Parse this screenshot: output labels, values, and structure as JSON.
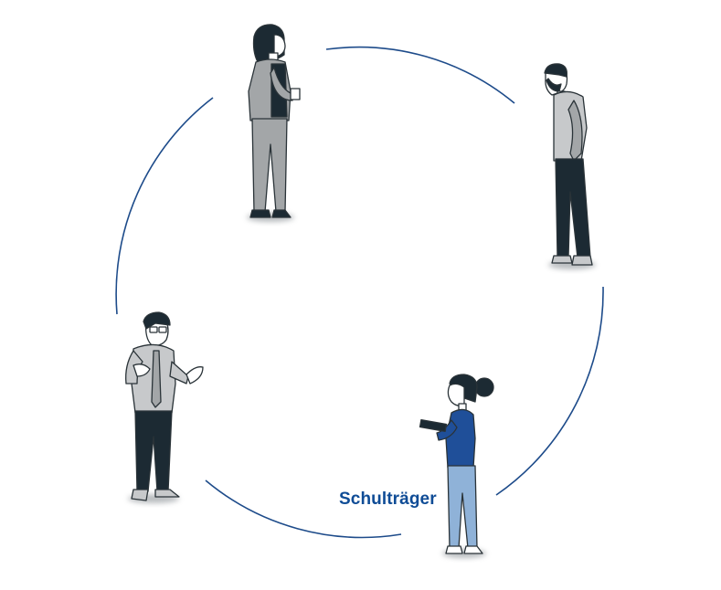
{
  "diagram": {
    "labels": {
      "school_authority": "Schulträger"
    },
    "people": [
      {
        "id": "woman-with-mug",
        "icon": "person-woman-holding-mug-icon"
      },
      {
        "id": "bearded-man",
        "icon": "person-bearded-man-icon"
      },
      {
        "id": "man-with-glasses",
        "icon": "person-man-glasses-gesturing-icon"
      },
      {
        "id": "woman-with-tablet",
        "icon": "person-woman-holding-tablet-icon"
      }
    ],
    "colors": {
      "accent": "#0f4c96",
      "ring": "#1d4b8a",
      "dark": "#1c2a33",
      "mid_gray": "#a3a6a8",
      "light_gray": "#c7c9cb",
      "outline": "#2a3338",
      "blue_top": "#1f4f99",
      "jeans": "#8fb2d8",
      "skin": "#ffffff"
    }
  }
}
